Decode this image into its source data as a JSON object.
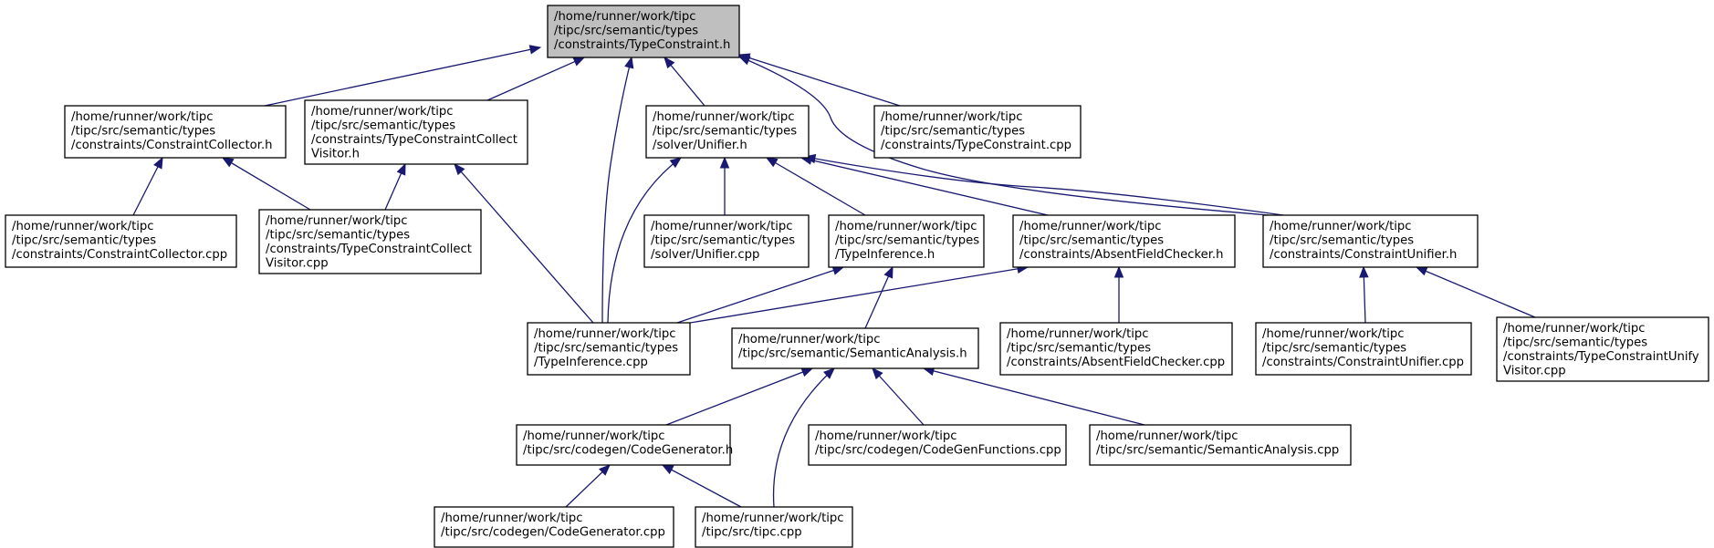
{
  "graph": {
    "colors": {
      "edge": "#191970",
      "node_fill": "#ffffff",
      "root_fill": "#bfbfbf",
      "border": "#000000"
    },
    "nodes": [
      {
        "id": "n0",
        "root": true,
        "lines": [
          "/home/runner/work/tipc",
          "/tipc/src/semantic/types",
          "/constraints/TypeConstraint.h"
        ]
      },
      {
        "id": "n1",
        "lines": [
          "/home/runner/work/tipc",
          "/tipc/src/semantic/types",
          "/constraints/ConstraintCollector.h"
        ]
      },
      {
        "id": "n2",
        "lines": [
          "/home/runner/work/tipc",
          "/tipc/src/semantic/types",
          "/constraints/TypeConstraintCollect",
          "Visitor.h"
        ]
      },
      {
        "id": "n3",
        "lines": [
          "/home/runner/work/tipc",
          "/tipc/src/semantic/types",
          "/solver/Unifier.h"
        ]
      },
      {
        "id": "n4",
        "lines": [
          "/home/runner/work/tipc",
          "/tipc/src/semantic/types",
          "/constraints/TypeConstraint.cpp"
        ]
      },
      {
        "id": "n5",
        "lines": [
          "/home/runner/work/tipc",
          "/tipc/src/semantic/types",
          "/constraints/ConstraintCollector.cpp"
        ]
      },
      {
        "id": "n6",
        "lines": [
          "/home/runner/work/tipc",
          "/tipc/src/semantic/types",
          "/constraints/TypeConstraintCollect",
          "Visitor.cpp"
        ]
      },
      {
        "id": "n7",
        "lines": [
          "/home/runner/work/tipc",
          "/tipc/src/semantic/types",
          "/solver/Unifier.cpp"
        ]
      },
      {
        "id": "n8",
        "lines": [
          "/home/runner/work/tipc",
          "/tipc/src/semantic/types",
          "/TypeInference.h"
        ]
      },
      {
        "id": "n9",
        "lines": [
          "/home/runner/work/tipc",
          "/tipc/src/semantic/types",
          "/constraints/AbsentFieldChecker.h"
        ]
      },
      {
        "id": "n10",
        "lines": [
          "/home/runner/work/tipc",
          "/tipc/src/semantic/types",
          "/constraints/ConstraintUnifier.h"
        ]
      },
      {
        "id": "n11",
        "lines": [
          "/home/runner/work/tipc",
          "/tipc/src/semantic/types",
          "/TypeInference.cpp"
        ]
      },
      {
        "id": "n12",
        "lines": [
          "/home/runner/work/tipc",
          "/tipc/src/semantic/SemanticAnalysis.h"
        ]
      },
      {
        "id": "n13",
        "lines": [
          "/home/runner/work/tipc",
          "/tipc/src/semantic/types",
          "/constraints/AbsentFieldChecker.cpp"
        ]
      },
      {
        "id": "n14",
        "lines": [
          "/home/runner/work/tipc",
          "/tipc/src/semantic/types",
          "/constraints/ConstraintUnifier.cpp"
        ]
      },
      {
        "id": "n15",
        "lines": [
          "/home/runner/work/tipc",
          "/tipc/src/semantic/types",
          "/constraints/TypeConstraintUnify",
          "Visitor.cpp"
        ]
      },
      {
        "id": "n16",
        "lines": [
          "/home/runner/work/tipc",
          "/tipc/src/codegen/CodeGenerator.h"
        ]
      },
      {
        "id": "n17",
        "lines": [
          "/home/runner/work/tipc",
          "/tipc/src/codegen/CodeGenFunctions.cpp"
        ]
      },
      {
        "id": "n18",
        "lines": [
          "/home/runner/work/tipc",
          "/tipc/src/semantic/SemanticAnalysis.cpp"
        ]
      },
      {
        "id": "n19",
        "lines": [
          "/home/runner/work/tipc",
          "/tipc/src/codegen/CodeGenerator.cpp"
        ]
      },
      {
        "id": "n20",
        "lines": [
          "/home/runner/work/tipc",
          "/tipc/src/tipc.cpp"
        ]
      }
    ],
    "edges": [
      {
        "from": "n1",
        "to": "n0"
      },
      {
        "from": "n2",
        "to": "n0"
      },
      {
        "from": "n11",
        "to": "n0"
      },
      {
        "from": "n3",
        "to": "n0"
      },
      {
        "from": "n4",
        "to": "n0"
      },
      {
        "from": "n10",
        "to": "n0"
      },
      {
        "from": "n5",
        "to": "n1"
      },
      {
        "from": "n6",
        "to": "n1"
      },
      {
        "from": "n6",
        "to": "n2"
      },
      {
        "from": "n11",
        "to": "n2"
      },
      {
        "from": "n11",
        "to": "n3"
      },
      {
        "from": "n7",
        "to": "n3"
      },
      {
        "from": "n8",
        "to": "n3"
      },
      {
        "from": "n9",
        "to": "n3"
      },
      {
        "from": "n10",
        "to": "n3"
      },
      {
        "from": "n11",
        "to": "n8"
      },
      {
        "from": "n12",
        "to": "n8"
      },
      {
        "from": "n11",
        "to": "n9"
      },
      {
        "from": "n13",
        "to": "n9"
      },
      {
        "from": "n14",
        "to": "n10"
      },
      {
        "from": "n15",
        "to": "n10"
      },
      {
        "from": "n16",
        "to": "n12"
      },
      {
        "from": "n20",
        "to": "n12"
      },
      {
        "from": "n17",
        "to": "n12"
      },
      {
        "from": "n18",
        "to": "n12"
      },
      {
        "from": "n19",
        "to": "n16"
      },
      {
        "from": "n20",
        "to": "n16"
      }
    ]
  }
}
